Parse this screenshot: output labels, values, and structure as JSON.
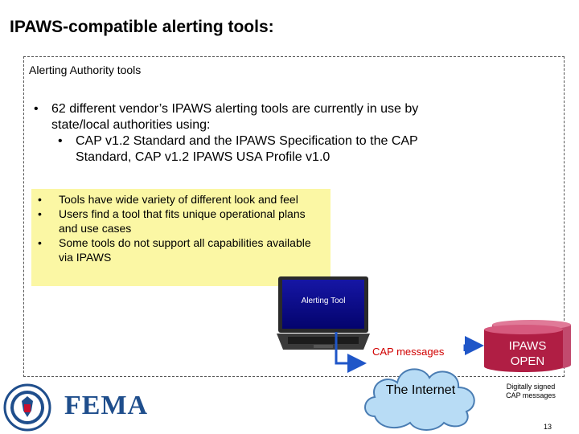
{
  "slide": {
    "title": "IPAWS-compatible alerting tools:",
    "frame_label": "Alerting Authority tools",
    "bullet_main": "62 different vendor’s IPAWS alerting tools are currently in use by state/local authorities using:",
    "bullet_sub": "CAP v1.2 Standard and the IPAWS Specification to the CAP Standard, CAP v1.2 IPAWS USA Profile v1.0",
    "note_items": [
      "Tools have wide variety of different look and feel",
      "Users find a tool that fits unique operational plans and use cases",
      "Some tools do not support all capabilities available via IPAWS"
    ],
    "note_color": "#fbf7a4",
    "alerting_tool_label": "Alerting Tool",
    "cap_messages_label": "CAP   messages",
    "internet_label": "The Internet",
    "ipaws_label_1": "IPAWS",
    "ipaws_label_2": "OPEN",
    "signed_label_1": "Digitally signed",
    "signed_label_2": "CAP messages",
    "brand": "FEMA",
    "page_number": "13",
    "icons": [
      "laptop-icon",
      "cloud-icon",
      "database-cylinder-icon",
      "dhs-seal-icon",
      "arrow-icon"
    ],
    "colors": {
      "cap_text": "#d10000",
      "arrow": "#1f56c8",
      "ipaws_cylinder": "#b01e44",
      "cloud": "#b8dcf5",
      "fema_blue": "#1f4e8c"
    }
  }
}
